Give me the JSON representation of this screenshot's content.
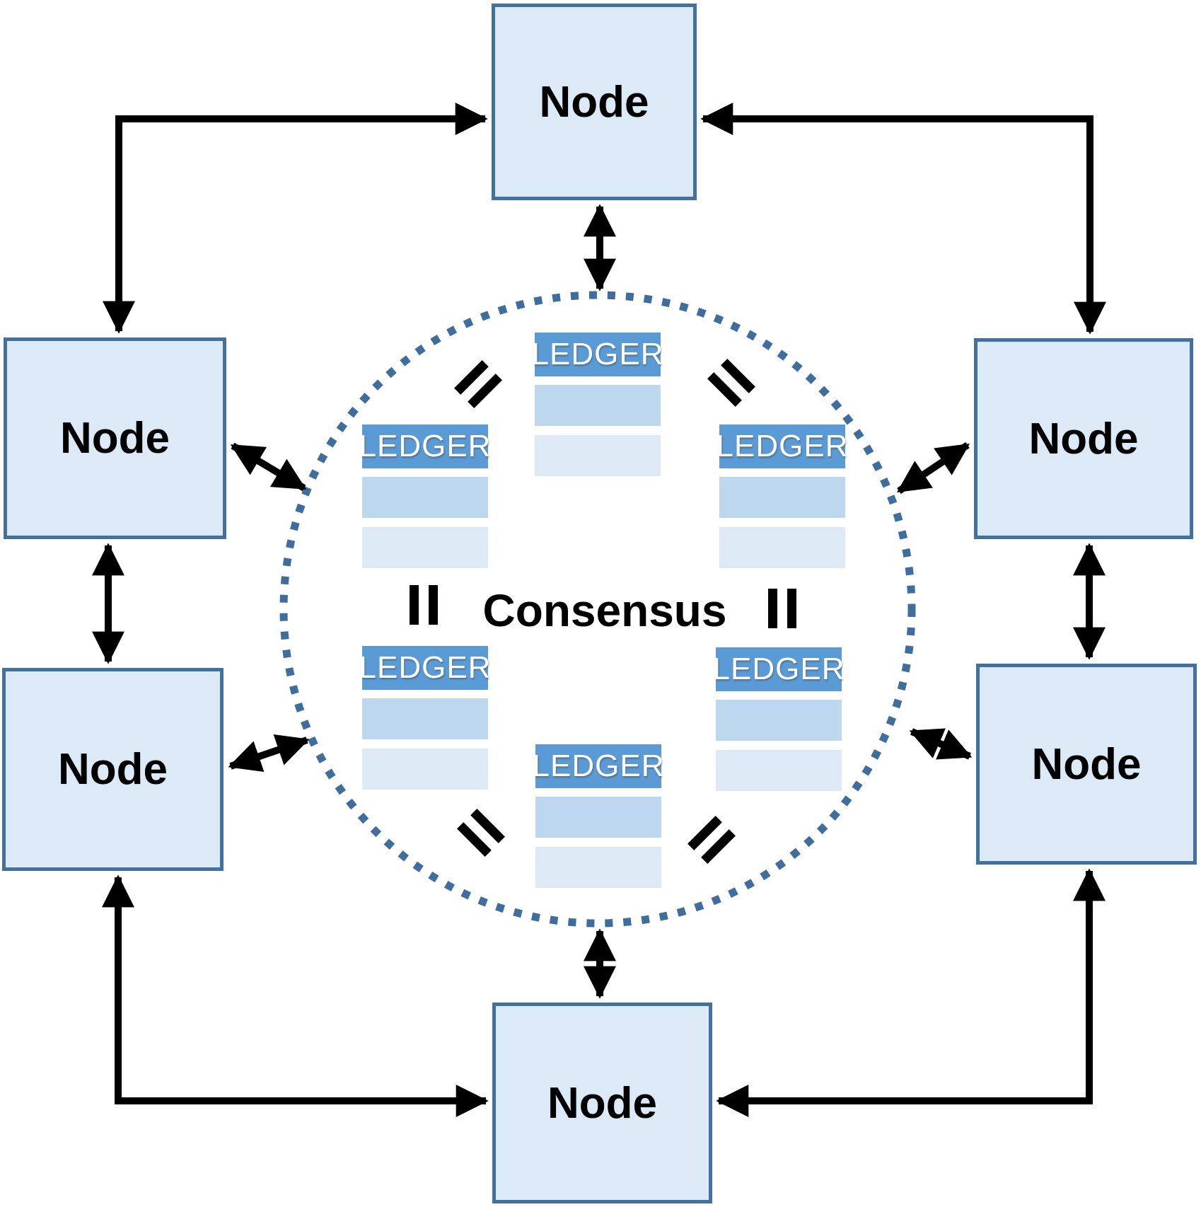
{
  "consensus": {
    "label": "Consensus"
  },
  "nodes": [
    {
      "position": "top",
      "label": "Node"
    },
    {
      "position": "upper-left",
      "label": "Node"
    },
    {
      "position": "lower-left",
      "label": "Node"
    },
    {
      "position": "upper-right",
      "label": "Node"
    },
    {
      "position": "lower-right",
      "label": "Node"
    },
    {
      "position": "bottom",
      "label": "Node"
    }
  ],
  "ledgers": [
    {
      "position": "top-center",
      "label": "LEDGER",
      "rows": 2
    },
    {
      "position": "upper-left",
      "label": "LEDGER",
      "rows": 2
    },
    {
      "position": "upper-right",
      "label": "LEDGER",
      "rows": 2
    },
    {
      "position": "lower-left",
      "label": "LEDGER",
      "rows": 2
    },
    {
      "position": "lower-right",
      "label": "LEDGER",
      "rows": 2
    },
    {
      "position": "bottom-center",
      "label": "LEDGER",
      "rows": 2
    }
  ],
  "icons": {
    "equals": {
      "glyph": "=",
      "meaning": "ledgers are identical",
      "count": 6
    }
  },
  "connections": {
    "elbow_arrows": 4,
    "straight_double_arrows": 8,
    "style": "black, arrowheads on both ends"
  },
  "colors": {
    "node_fill": "#dce9f6",
    "node_border": "#41719c",
    "ledger_header": "#5b9bd5",
    "ledger_row_1": "#bdd7ee",
    "ledger_row_2": "#dde9f5",
    "circle_dots": "#3e6d9e",
    "arrow": "#000000",
    "text": "#000000",
    "ledger_text": "#ffffff"
  }
}
